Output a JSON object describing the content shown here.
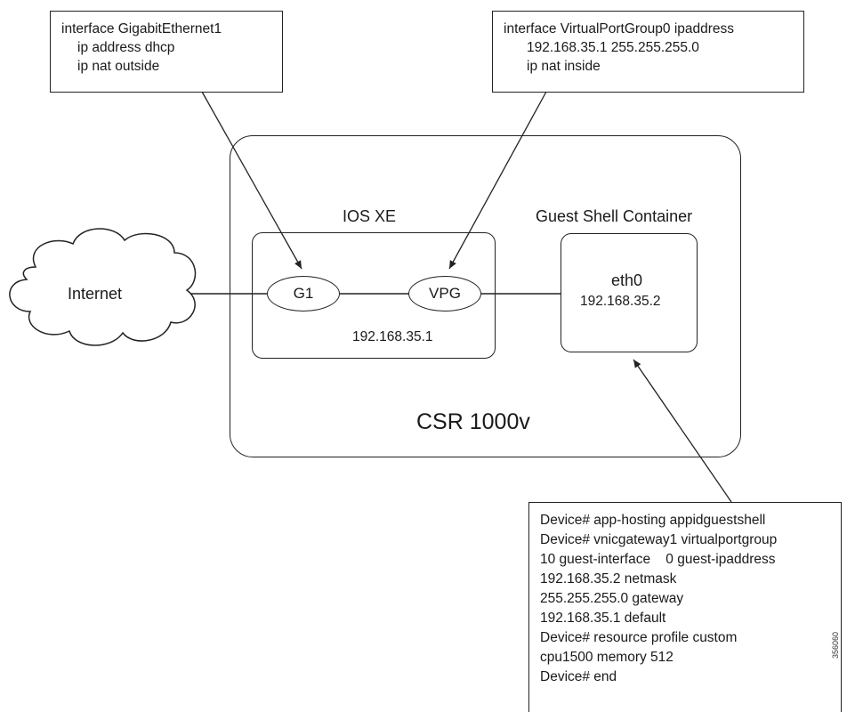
{
  "annotation_g1": {
    "lines": [
      "interface GigabitEthernet1",
      "ip address dhcp",
      "ip nat outside"
    ]
  },
  "annotation_vpg": {
    "lines": [
      "interface VirtualPortGroup0 ipaddress",
      "192.168.35.1 255.255.255.0",
      "ip nat inside"
    ]
  },
  "internet": {
    "label": "Internet"
  },
  "csr": {
    "label": "CSR 1000v"
  },
  "iosxe": {
    "label": "IOS XE",
    "g1_label": "G1",
    "vpg_label": "VPG",
    "vpg_ip": "192.168.35.1"
  },
  "guest_shell": {
    "label": "Guest Shell Container",
    "iface": "eth0",
    "ip": "192.168.35.2"
  },
  "commands": {
    "lines": [
      "Device# app-hosting appidguestshell",
      "Device# vnicgateway1 virtualportgroup",
      "10 guest-interface    0 guest-ipaddress",
      "192.168.35.2 netmask",
      "255.255.255.0 gateway",
      "192.168.35.1 default",
      "Device# resource profile custom",
      "cpu1500 memory 512",
      "Device# end"
    ]
  },
  "figure_id": "356060"
}
